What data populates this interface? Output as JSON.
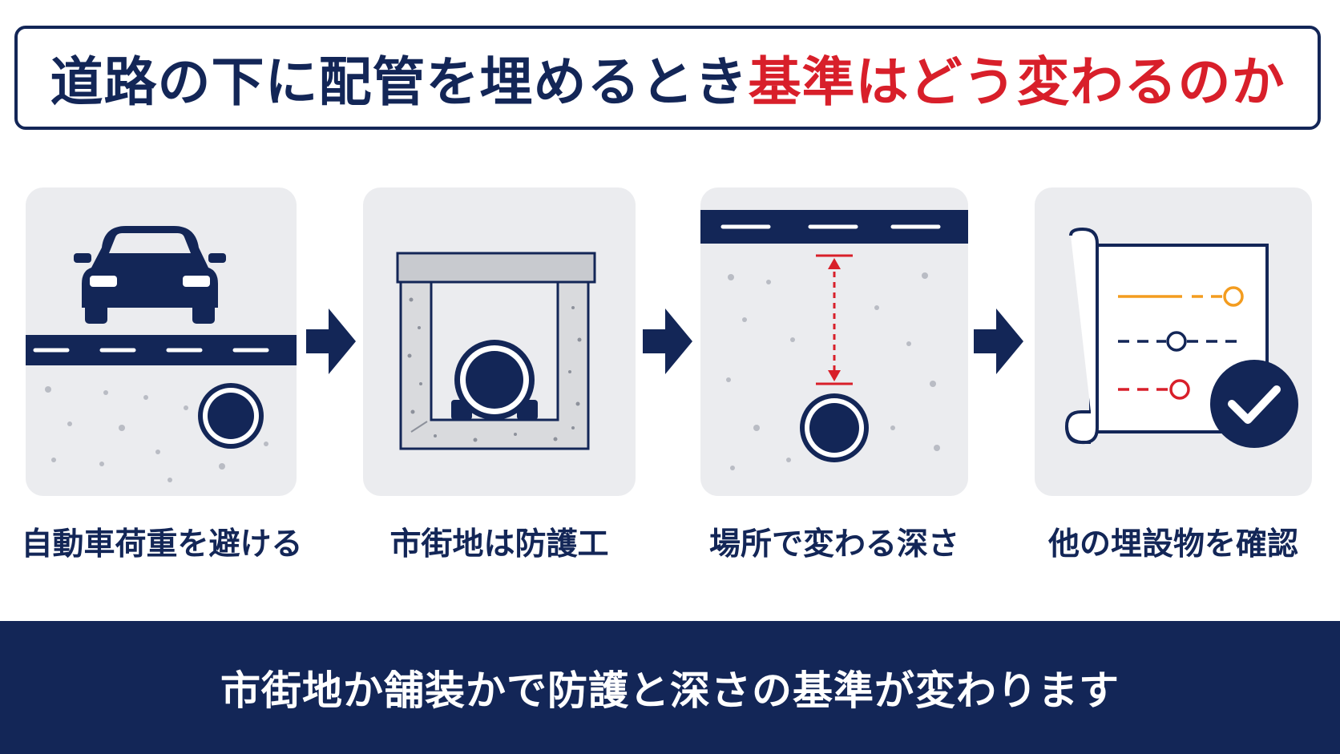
{
  "title": {
    "main": "道路の下に配管を埋めるとき",
    "accent": "基準はどう変わるのか"
  },
  "colors": {
    "navy": "#132657",
    "red": "#d81f2a",
    "orange": "#f39c1f",
    "panel_bg": "#ebecef"
  },
  "steps": [
    {
      "caption": "自動車荷重を避ける",
      "icon": "car-over-pipe-icon"
    },
    {
      "caption": "市街地は防護工",
      "icon": "concrete-protection-box-icon"
    },
    {
      "caption": "場所で変わる深さ",
      "icon": "burial-depth-icon"
    },
    {
      "caption": "他の埋設物を確認",
      "icon": "utility-map-check-icon"
    }
  ],
  "footer": {
    "text": "市街地か舗装かで防護と深さの基準が変わります"
  }
}
